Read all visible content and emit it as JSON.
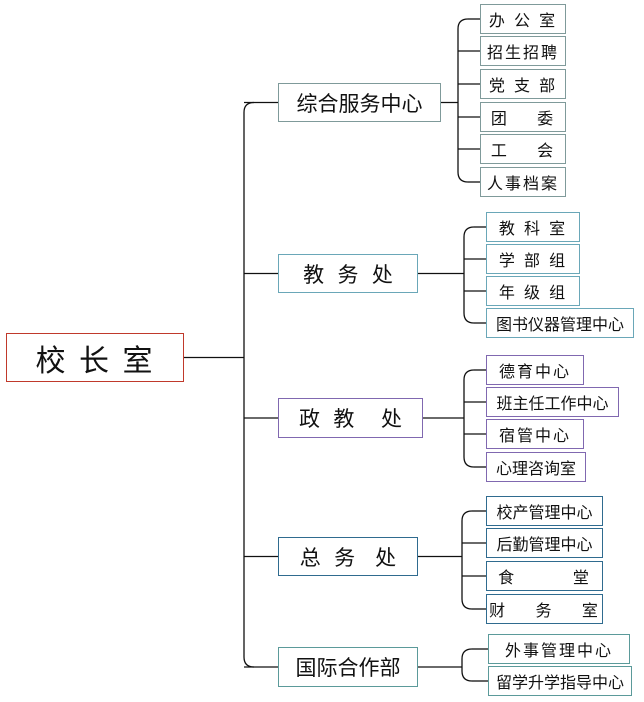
{
  "root": "校 长 室",
  "colors": {
    "root_border": "#c0392b",
    "line": "#111111"
  },
  "departments": [
    {
      "label": "综合服务中心",
      "color": "#7f9a9a",
      "children": [
        "办 公 室",
        "招生招聘",
        "党 支 部",
        "团    委",
        "工    会",
        "人事档案"
      ]
    },
    {
      "label": "教  务  处",
      "color": "#6aa7b8",
      "children": [
        "教 科 室",
        "学 部 组",
        "年 级 组",
        "图书仪器管理中心"
      ]
    },
    {
      "label": "政  教    处",
      "color": "#8068b0",
      "children": [
        "德育中心",
        "班主任工作中心",
        "宿管中心",
        "心理咨询室"
      ]
    },
    {
      "label": "总  务   处",
      "color": "#2f6b8f",
      "children": [
        "校产管理中心",
        "后勤管理中心",
        "食        堂",
        "财    务    室"
      ]
    },
    {
      "label": "国际合作部",
      "color": "#5b9a9a",
      "children": [
        "外事管理中心",
        "留学升学指导中心"
      ]
    }
  ]
}
